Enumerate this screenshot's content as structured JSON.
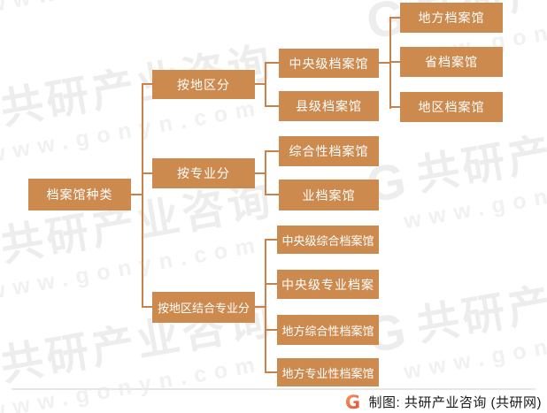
{
  "diagram": {
    "root": {
      "label": "档案馆种类"
    },
    "branches": [
      {
        "label": "按地区分",
        "children": [
          {
            "label": "中央级档案馆",
            "children": [
              {
                "label": "地方档案馆"
              },
              {
                "label": "省档案馆"
              },
              {
                "label": "地区档案馆"
              }
            ]
          },
          {
            "label": "县级档案馆"
          }
        ]
      },
      {
        "label": "按专业分",
        "children": [
          {
            "label": "综合性档案馆"
          },
          {
            "label": "业档案馆"
          }
        ]
      },
      {
        "label": "按地区结合专业分",
        "children": [
          {
            "label": "中央级综合档案馆"
          },
          {
            "label": "中央级专业档案"
          },
          {
            "label": "地方综合性档案馆"
          },
          {
            "label": "地方专业性档案馆"
          }
        ]
      }
    ]
  },
  "watermark": {
    "brand_mark": "G",
    "brand_text": "共研产业咨询",
    "url_text": "www.gonyn.com"
  },
  "footer": {
    "credit": "制图: 共研产业咨询 (共研网)",
    "logo_letter": "G"
  },
  "colors": {
    "node_fill": "#cd8a4e",
    "connector": "#c9834a",
    "watermark": "#ededed",
    "divider": "#e7e7e7",
    "footer_text": "#1a1a1a",
    "logo_gradient_start": "#f59f63",
    "logo_gradient_end": "#dd4632"
  }
}
